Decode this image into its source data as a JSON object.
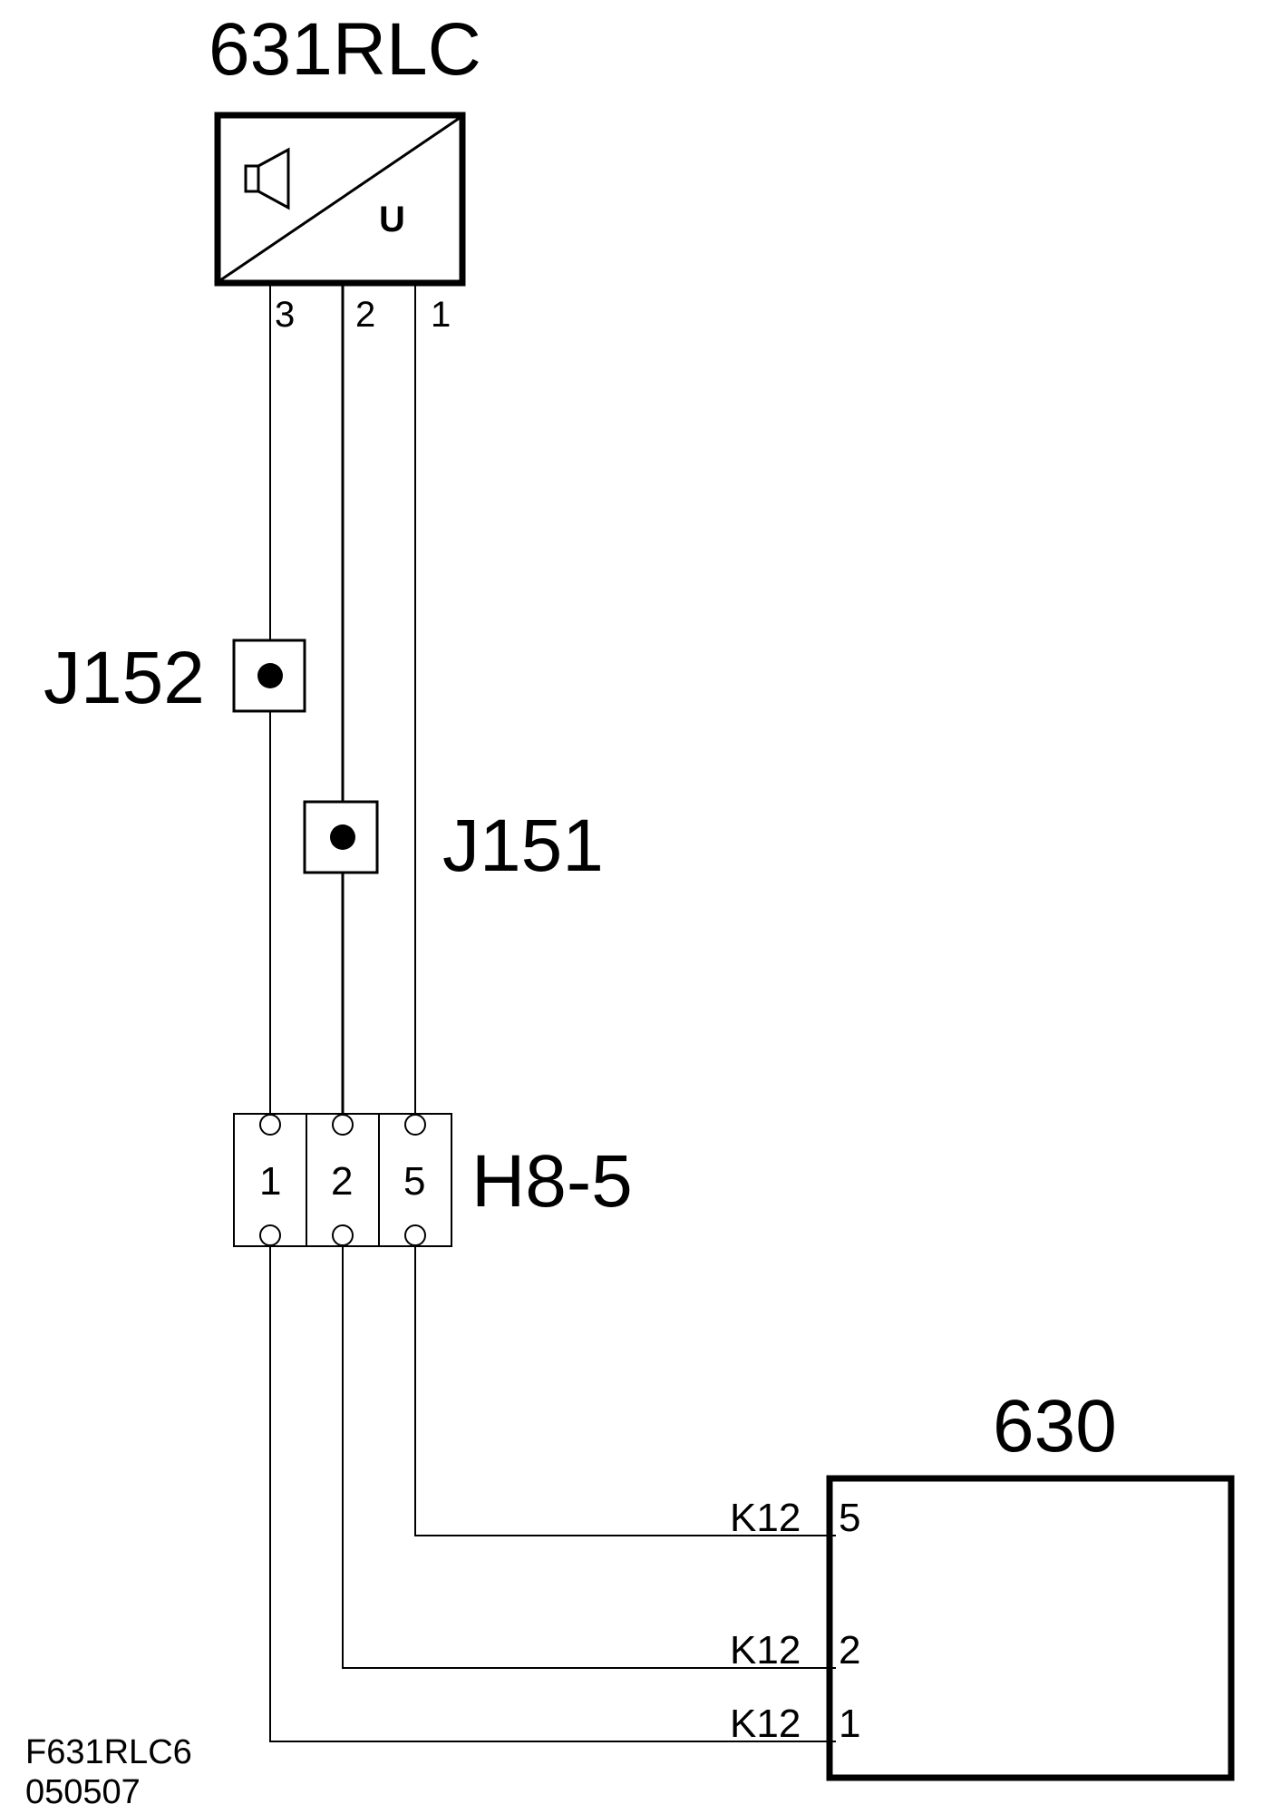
{
  "components": {
    "sensor": {
      "label": "631RLC",
      "symbol_text": "U",
      "pins": [
        "3",
        "2",
        "1"
      ]
    },
    "splice_j152": {
      "label": "J152"
    },
    "splice_j151": {
      "label": "J151"
    },
    "connector": {
      "label": "H8-5",
      "pins": [
        "1",
        "2",
        "5"
      ]
    },
    "ecu": {
      "label": "630",
      "pins": [
        {
          "connector": "K12",
          "pin": "5"
        },
        {
          "connector": "K12",
          "pin": "2"
        },
        {
          "connector": "K12",
          "pin": "1"
        }
      ]
    }
  },
  "footer": {
    "ref_code": "F631RLC6",
    "ref_date": "050507"
  },
  "colors": {
    "ink": "#000000",
    "paper": "#ffffff"
  }
}
